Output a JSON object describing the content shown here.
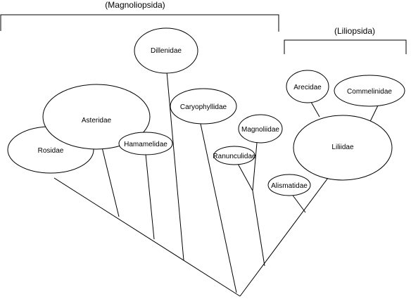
{
  "groups": {
    "magnoliopsida": "(Magnoliopsida)",
    "liliopsida": "(Liliopsida)"
  },
  "taxa": {
    "rosidae": "Rosidae",
    "asteridae": "Asteridae",
    "hamamelidae": "Hamamelidae",
    "dillenidae": "Dillenidae",
    "caryophyllidae": "Caryophyllidae",
    "ranunculidae": "Ranunculidae",
    "magnoliidae": "Magnoliidae",
    "alismatidae": "Alismatidae",
    "liliidae": "Liliidae",
    "arecidae": "Arecidae",
    "commelinidae": "Commelinidae"
  }
}
